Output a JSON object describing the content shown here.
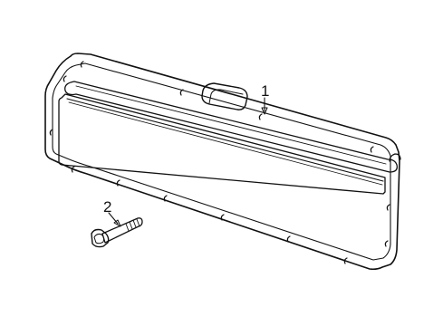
{
  "diagram": {
    "callouts": [
      {
        "id": "1",
        "label": "1",
        "part": "trim-panel"
      },
      {
        "id": "2",
        "label": "2",
        "part": "bolt"
      }
    ],
    "colors": {
      "line": "#111111",
      "background": "#ffffff"
    }
  }
}
